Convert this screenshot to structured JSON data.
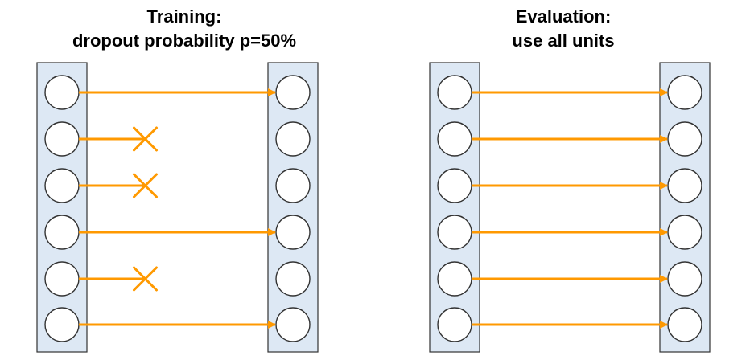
{
  "training": {
    "title_line1": "Training:",
    "title_line2": "dropout probability p=50%",
    "connections": [
      {
        "dropped": false
      },
      {
        "dropped": true
      },
      {
        "dropped": true
      },
      {
        "dropped": false
      },
      {
        "dropped": true
      },
      {
        "dropped": false
      }
    ]
  },
  "evaluation": {
    "title_line1": "Evaluation:",
    "title_line2": "use all units",
    "connections": [
      {
        "dropped": false
      },
      {
        "dropped": false
      },
      {
        "dropped": false
      },
      {
        "dropped": false
      },
      {
        "dropped": false
      },
      {
        "dropped": false
      }
    ]
  },
  "colors": {
    "layer_fill": "#dde8f4",
    "layer_stroke": "#333333",
    "node_fill": "#ffffff",
    "node_stroke": "#333333",
    "arrow": "#ff9900",
    "cross": "#ff9900"
  }
}
